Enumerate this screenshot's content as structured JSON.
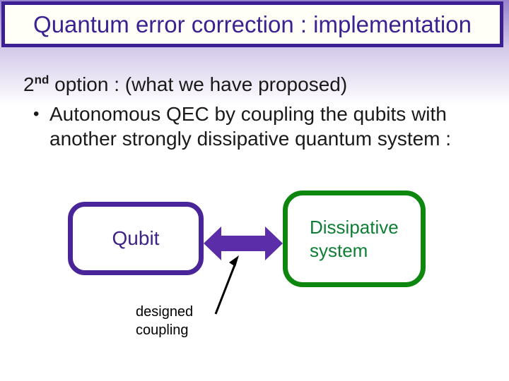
{
  "slide": {
    "title": "Quantum error correction : implementation"
  },
  "body": {
    "heading_base": "2",
    "heading_sup": "nd",
    "heading_rest": " option : (what we have proposed)",
    "bullet_symbol": "•",
    "bullet_line1": "Autonomous QEC by coupling the qubits with",
    "bullet_line2": "another strongly dissipative quantum system :"
  },
  "diagram": {
    "qubit_label": "Qubit",
    "dissipative_line1": "Dissipative",
    "dissipative_line2": "system",
    "coupling_line1": "designed",
    "coupling_line2": "coupling"
  },
  "colors": {
    "title_purple": "#3c2191",
    "bar_border": "#3c1f93",
    "bar_fill": "#fffef7",
    "qubit_border": "#4a2499",
    "qubit_text": "#3d2383",
    "green_border": "#0d870d",
    "green_text": "#0e7e35",
    "arrow_purple": "#5b2da8",
    "annotation_black": "#000000",
    "bg_top": "#9683cc",
    "bg_mid": "#d3c9e9",
    "bg_white": "#ffffff"
  }
}
